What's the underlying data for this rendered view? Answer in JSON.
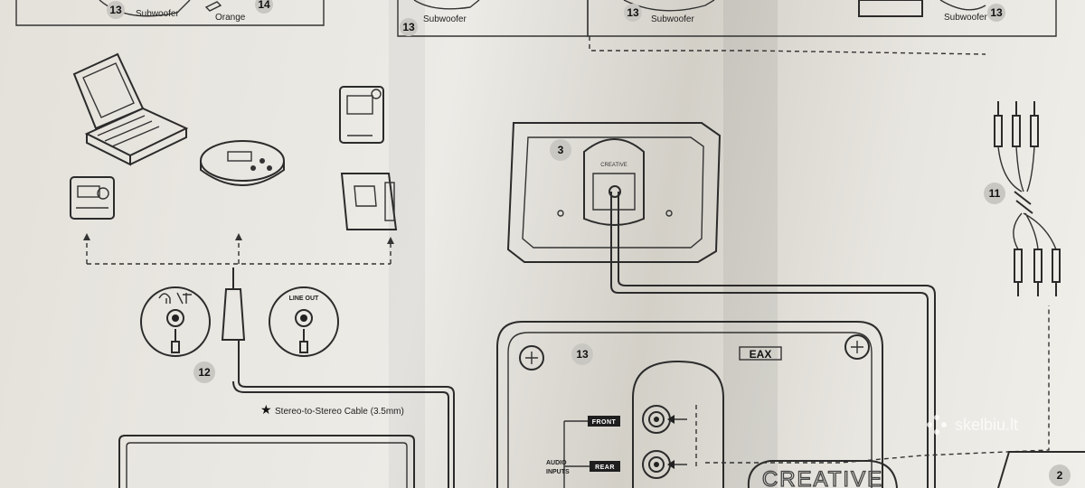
{
  "badges": {
    "b13_top_left": "13",
    "b14_top": "14",
    "b13_top_mid": "13",
    "b13_top_mid2": "13",
    "b13_top_right": "13",
    "b3": "3",
    "b11": "11",
    "b12": "12",
    "b13_panel": "13",
    "b2": "2"
  },
  "labels": {
    "subwoofer_1": "Subwoofer",
    "orange": "Orange",
    "subwoofer_2": "Subwoofer",
    "subwoofer_3": "Subwoofer",
    "subwoofer_4": "Subwoofer",
    "line_out": "LINE OUT",
    "cable_mark": "★",
    "cable_caption": "Stereo-to-Stereo Cable (3.5mm)",
    "front": "FRONT",
    "rear": "REAR",
    "audio": "AUDIO",
    "inputs": "INPUTS",
    "eax": "EAX",
    "brand_bottom": "CREATIVE",
    "brand_small": "CREATIVE",
    "watermark": "skelbiu.lt"
  }
}
